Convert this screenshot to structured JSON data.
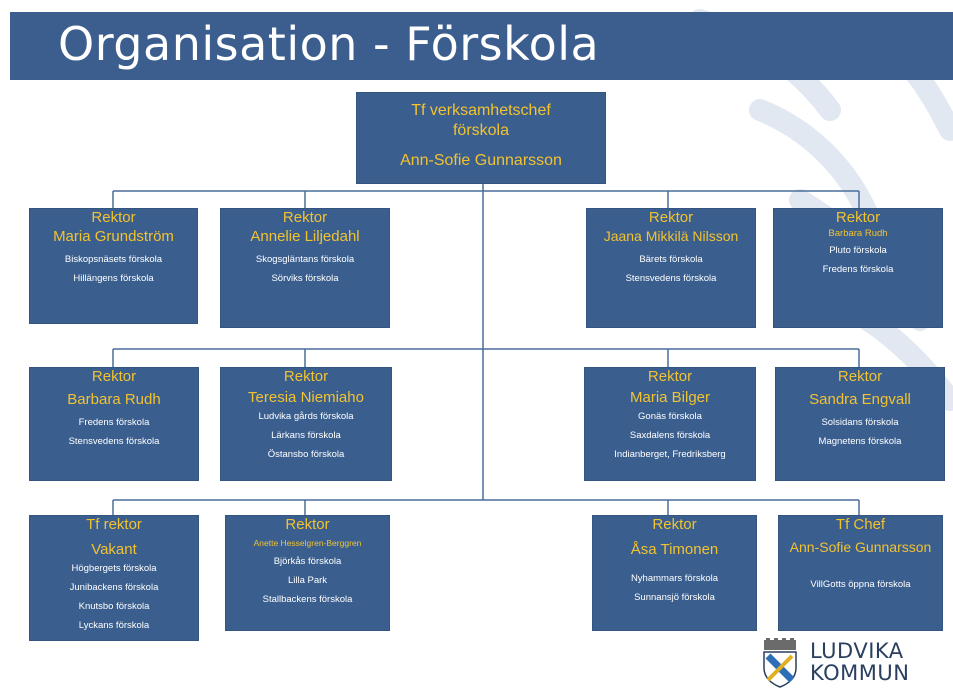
{
  "title": "Organisation - Förskola",
  "colors": {
    "title_bar": "#3b5e8e",
    "box": "#3a5f8f",
    "name_text": "#f2c230",
    "lines": "#4a6d9c"
  },
  "top": {
    "line1": "Tf verksamhetschef",
    "line2": "förskola",
    "name": "Ann-Sofie Gunnarsson"
  },
  "boxes": [
    {
      "role": "Rektor",
      "name": "Maria Grundström",
      "units": [
        "Biskopsnäsets förskola",
        "Hillängens förskola"
      ]
    },
    {
      "role": "Rektor",
      "name": "Annelie Liljedahl",
      "units": [
        "Skogsgläntans förskola",
        "Sörviks förskola"
      ]
    },
    {
      "role": "Rektor",
      "name": "Jaana Mikkilä Nilsson",
      "units": [
        "Bärets förskola",
        "Stensvedens förskola"
      ]
    },
    {
      "role": "Rektor",
      "name": "Barbara Rudh",
      "units": [
        "Pluto förskola",
        "Fredens förskola"
      ]
    },
    {
      "role": "Rektor",
      "name": "Barbara Rudh",
      "units": [
        "Fredens förskola",
        "Stensvedens förskola"
      ]
    },
    {
      "role": "Rektor",
      "name": "Teresia Niemiaho",
      "units": [
        "Ludvika gårds förskola",
        "Lärkans förskola",
        "Östansbo förskola"
      ]
    },
    {
      "role": "Rektor",
      "name": "Maria Bilger",
      "units": [
        "Gonäs förskola",
        "Saxdalens förskola",
        "Indianberget, Fredriksberg"
      ]
    },
    {
      "role": "Rektor",
      "name": "Sandra Engvall",
      "units": [
        "Solsidans förskola",
        "Magnetens förskola"
      ]
    },
    {
      "role": "Tf rektor",
      "name": "Vakant",
      "units": [
        "Högbergets förskola",
        "Junibackens förskola",
        "Knutsbo förskola",
        "Lyckans förskola"
      ]
    },
    {
      "role": "Rektor",
      "name": "Anette Hesselgren-Berggren",
      "units": [
        "Björkås förskola",
        "Lilla Park",
        "Stallbackens förskola"
      ]
    },
    {
      "role": "Rektor",
      "name": "Åsa Timonen",
      "units": [
        "Nyhammars förskola",
        "Sunnansjö förskola"
      ]
    },
    {
      "role": "Tf Chef",
      "name": "Ann-Sofie Gunnarsson",
      "units": [
        "VillGotts öppna förskola"
      ]
    }
  ],
  "logo": {
    "line1": "LUDVIKA",
    "line2": "KOMMUN",
    "icon": "ludvika-coat-of-arms-icon"
  }
}
